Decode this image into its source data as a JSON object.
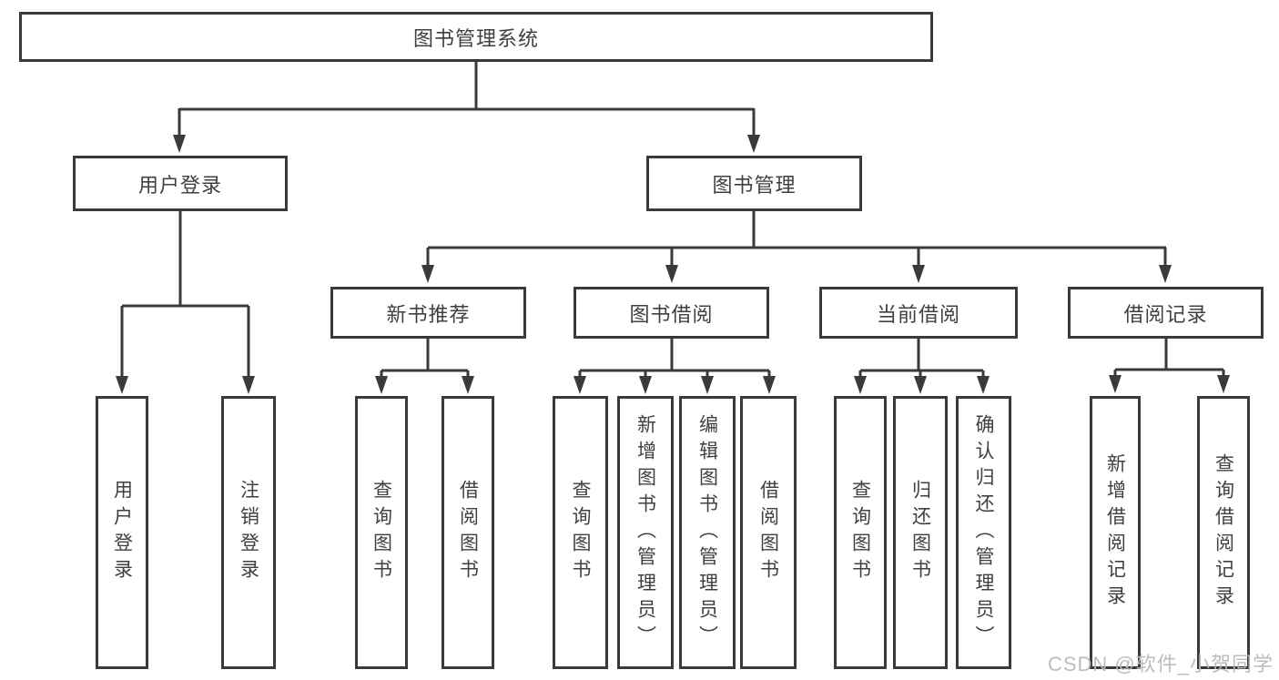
{
  "nodes": {
    "root": {
      "label": "图书管理系统"
    },
    "level2": [
      {
        "label": "用户登录"
      },
      {
        "label": "图书管理"
      }
    ],
    "level3": [
      {
        "label": "新书推荐"
      },
      {
        "label": "图书借阅"
      },
      {
        "label": "当前借阅"
      },
      {
        "label": "借阅记录"
      }
    ],
    "leaves": [
      {
        "parent": "用户登录",
        "label": "用户登录"
      },
      {
        "parent": "用户登录",
        "label": "注销登录"
      },
      {
        "parent": "新书推荐",
        "label": "查询图书"
      },
      {
        "parent": "新书推荐",
        "label": "借阅图书"
      },
      {
        "parent": "图书借阅",
        "label": "查询图书"
      },
      {
        "parent": "图书借阅",
        "label": "新增图书（管理员）"
      },
      {
        "parent": "图书借阅",
        "label": "编辑图书（管理员）"
      },
      {
        "parent": "图书借阅",
        "label": "借阅图书"
      },
      {
        "parent": "当前借阅",
        "label": "查询图书"
      },
      {
        "parent": "当前借阅",
        "label": "归还图书"
      },
      {
        "parent": "当前借阅",
        "label": "确认归还（管理员）"
      },
      {
        "parent": "借阅记录",
        "label": "新增借阅记录"
      },
      {
        "parent": "借阅记录",
        "label": "查询借阅记录"
      }
    ]
  },
  "watermark": {
    "text": "CSDN @软件_小贺同学"
  },
  "colors": {
    "line": "#3a3a3a",
    "text": "#404040",
    "watermark": "#b9b9b9",
    "background": "#ffffff"
  }
}
